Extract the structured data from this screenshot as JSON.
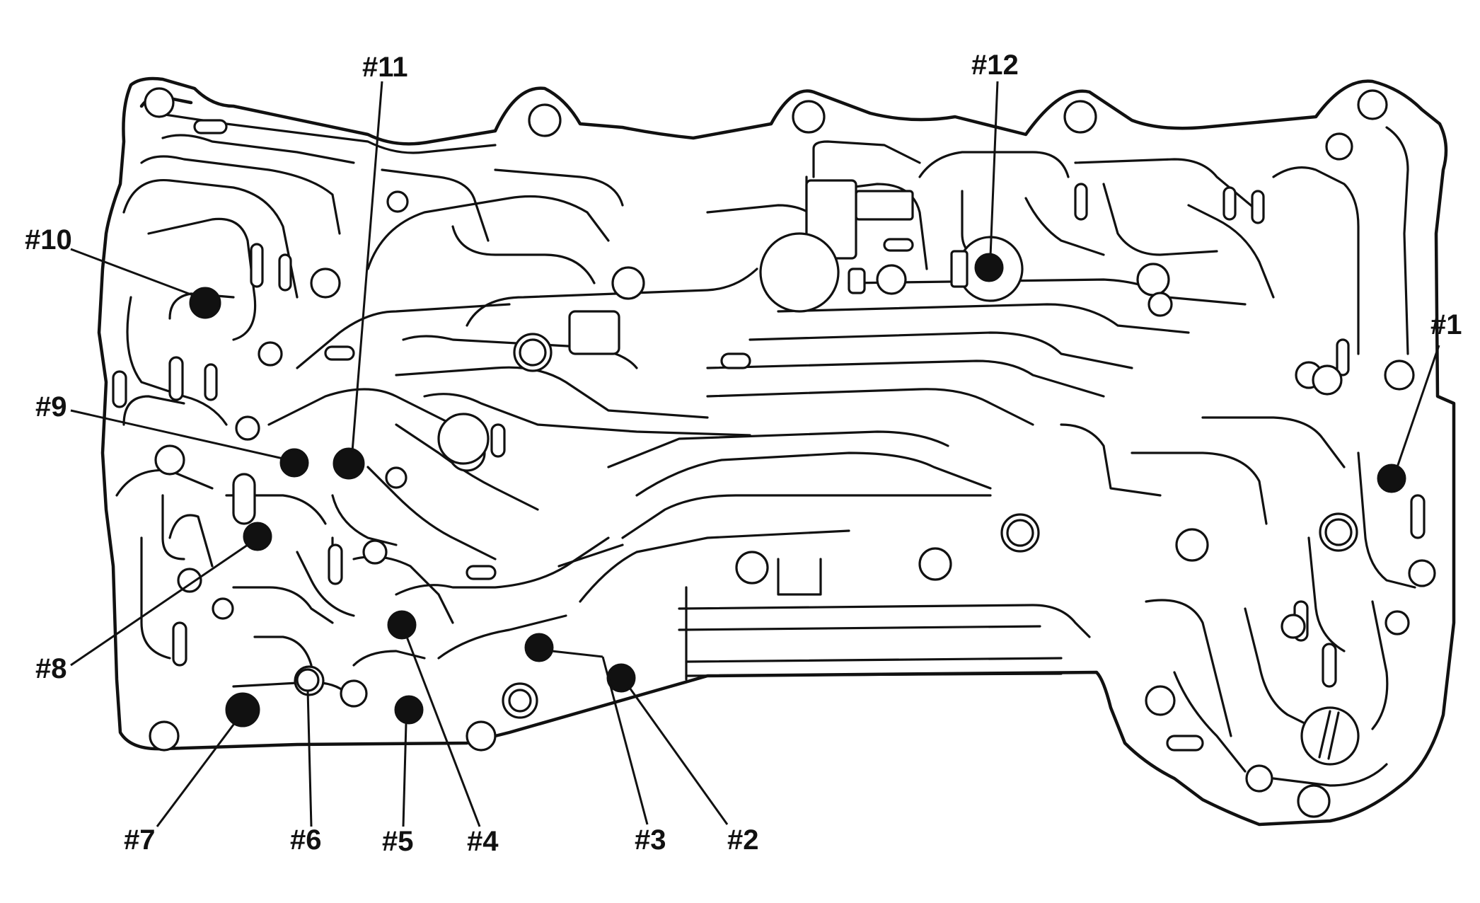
{
  "colors": {
    "line": "#111111",
    "background": "#ffffff",
    "ball": "#111111"
  },
  "callouts": [
    {
      "id": "1",
      "label": "#1"
    },
    {
      "id": "2",
      "label": "#2"
    },
    {
      "id": "3",
      "label": "#3"
    },
    {
      "id": "4",
      "label": "#4"
    },
    {
      "id": "5",
      "label": "#5"
    },
    {
      "id": "6",
      "label": "#6"
    },
    {
      "id": "7",
      "label": "#7"
    },
    {
      "id": "8",
      "label": "#8"
    },
    {
      "id": "9",
      "label": "#9"
    },
    {
      "id": "10",
      "label": "#10"
    },
    {
      "id": "11",
      "label": "#11"
    },
    {
      "id": "12",
      "label": "#12"
    }
  ]
}
